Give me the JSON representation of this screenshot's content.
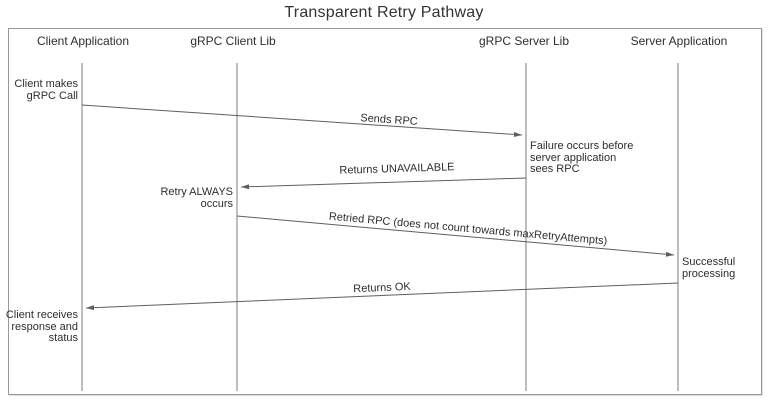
{
  "title": "Transparent Retry Pathway",
  "participants": [
    {
      "label": "Client Application"
    },
    {
      "label": "gRPC Client Lib"
    },
    {
      "label": "gRPC Server Lib"
    },
    {
      "label": "Server Application"
    }
  ],
  "messages": [
    {
      "label": "Sends RPC",
      "from": "Client Application",
      "to": "gRPC Server Lib"
    },
    {
      "label": "Returns UNAVAILABLE",
      "from": "gRPC Server Lib",
      "to": "gRPC Client Lib"
    },
    {
      "label": "Retried RPC (does not count towards maxRetryAttempts)",
      "from": "gRPC Client Lib",
      "to": "Server Application"
    },
    {
      "label": "Returns OK",
      "from": "Server Application",
      "to": "Client Application"
    }
  ],
  "annotations": [
    {
      "text": "Client makes\ngRPC Call",
      "near": "Client Application"
    },
    {
      "text": "Failure occurs before\nserver application\nsees RPC",
      "near": "gRPC Server Lib"
    },
    {
      "text": "Retry ALWAYS\noccurs",
      "near": "gRPC Client Lib"
    },
    {
      "text": "Successful\nprocessing",
      "near": "Server Application"
    },
    {
      "text": "Client receives\nresponse and\nstatus",
      "near": "Client Application"
    }
  ],
  "colors": {
    "background": "#ffffff",
    "text": "#2e2e2e",
    "frame_border": "#999999",
    "lifeline": "#7d7d7d",
    "arrow": "#5e5e5e"
  }
}
